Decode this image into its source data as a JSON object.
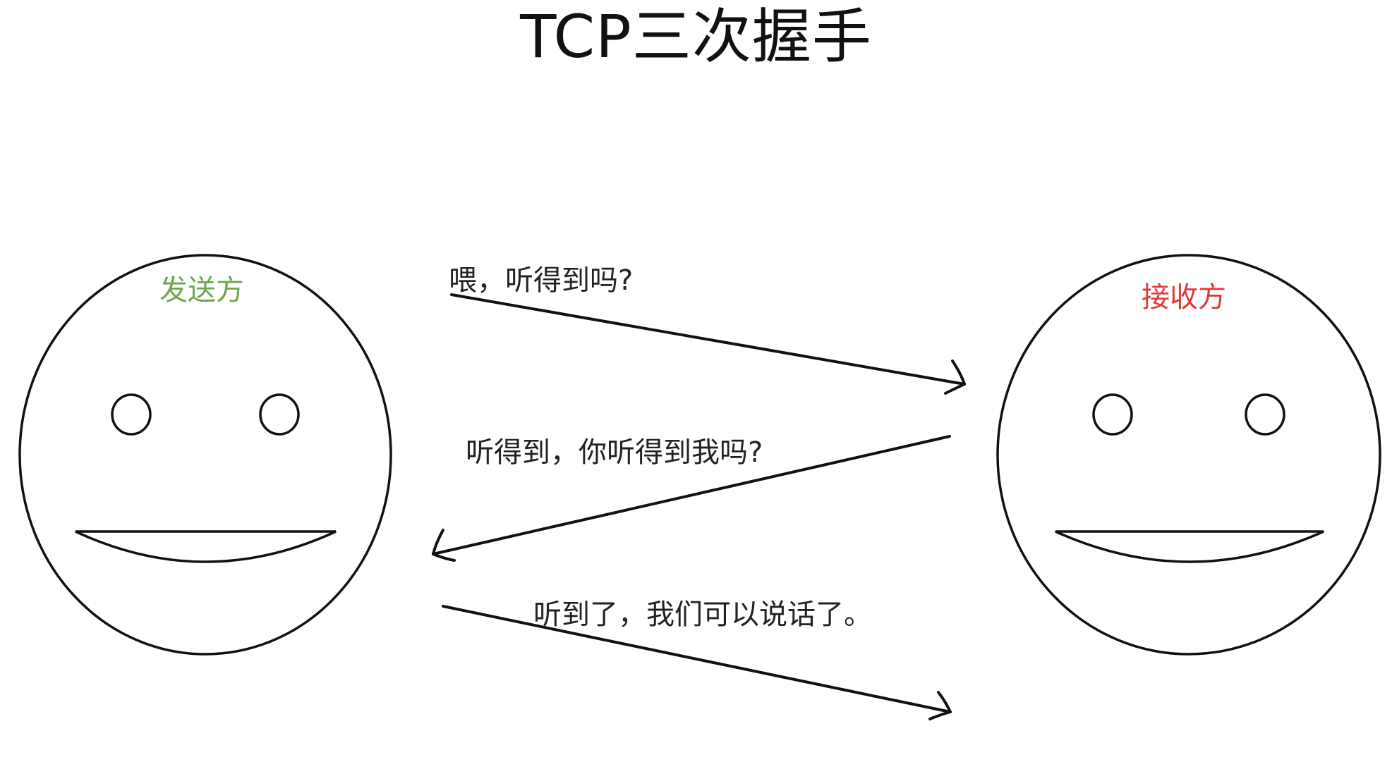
{
  "title": "TCP三次握手",
  "colors": {
    "sender": "#6aa84f",
    "receiver": "#e03a3a",
    "stroke": "#111111",
    "text": "#222222"
  },
  "participants": {
    "sender": {
      "label": "发送方"
    },
    "receiver": {
      "label": "接收方"
    }
  },
  "messages": [
    {
      "step": 1,
      "direction": "sender-to-receiver",
      "text": "喂，听得到吗?"
    },
    {
      "step": 2,
      "direction": "receiver-to-sender",
      "text": "听得到，你听得到我吗?"
    },
    {
      "step": 3,
      "direction": "sender-to-receiver",
      "text": "听到了，我们可以说话了。"
    }
  ]
}
